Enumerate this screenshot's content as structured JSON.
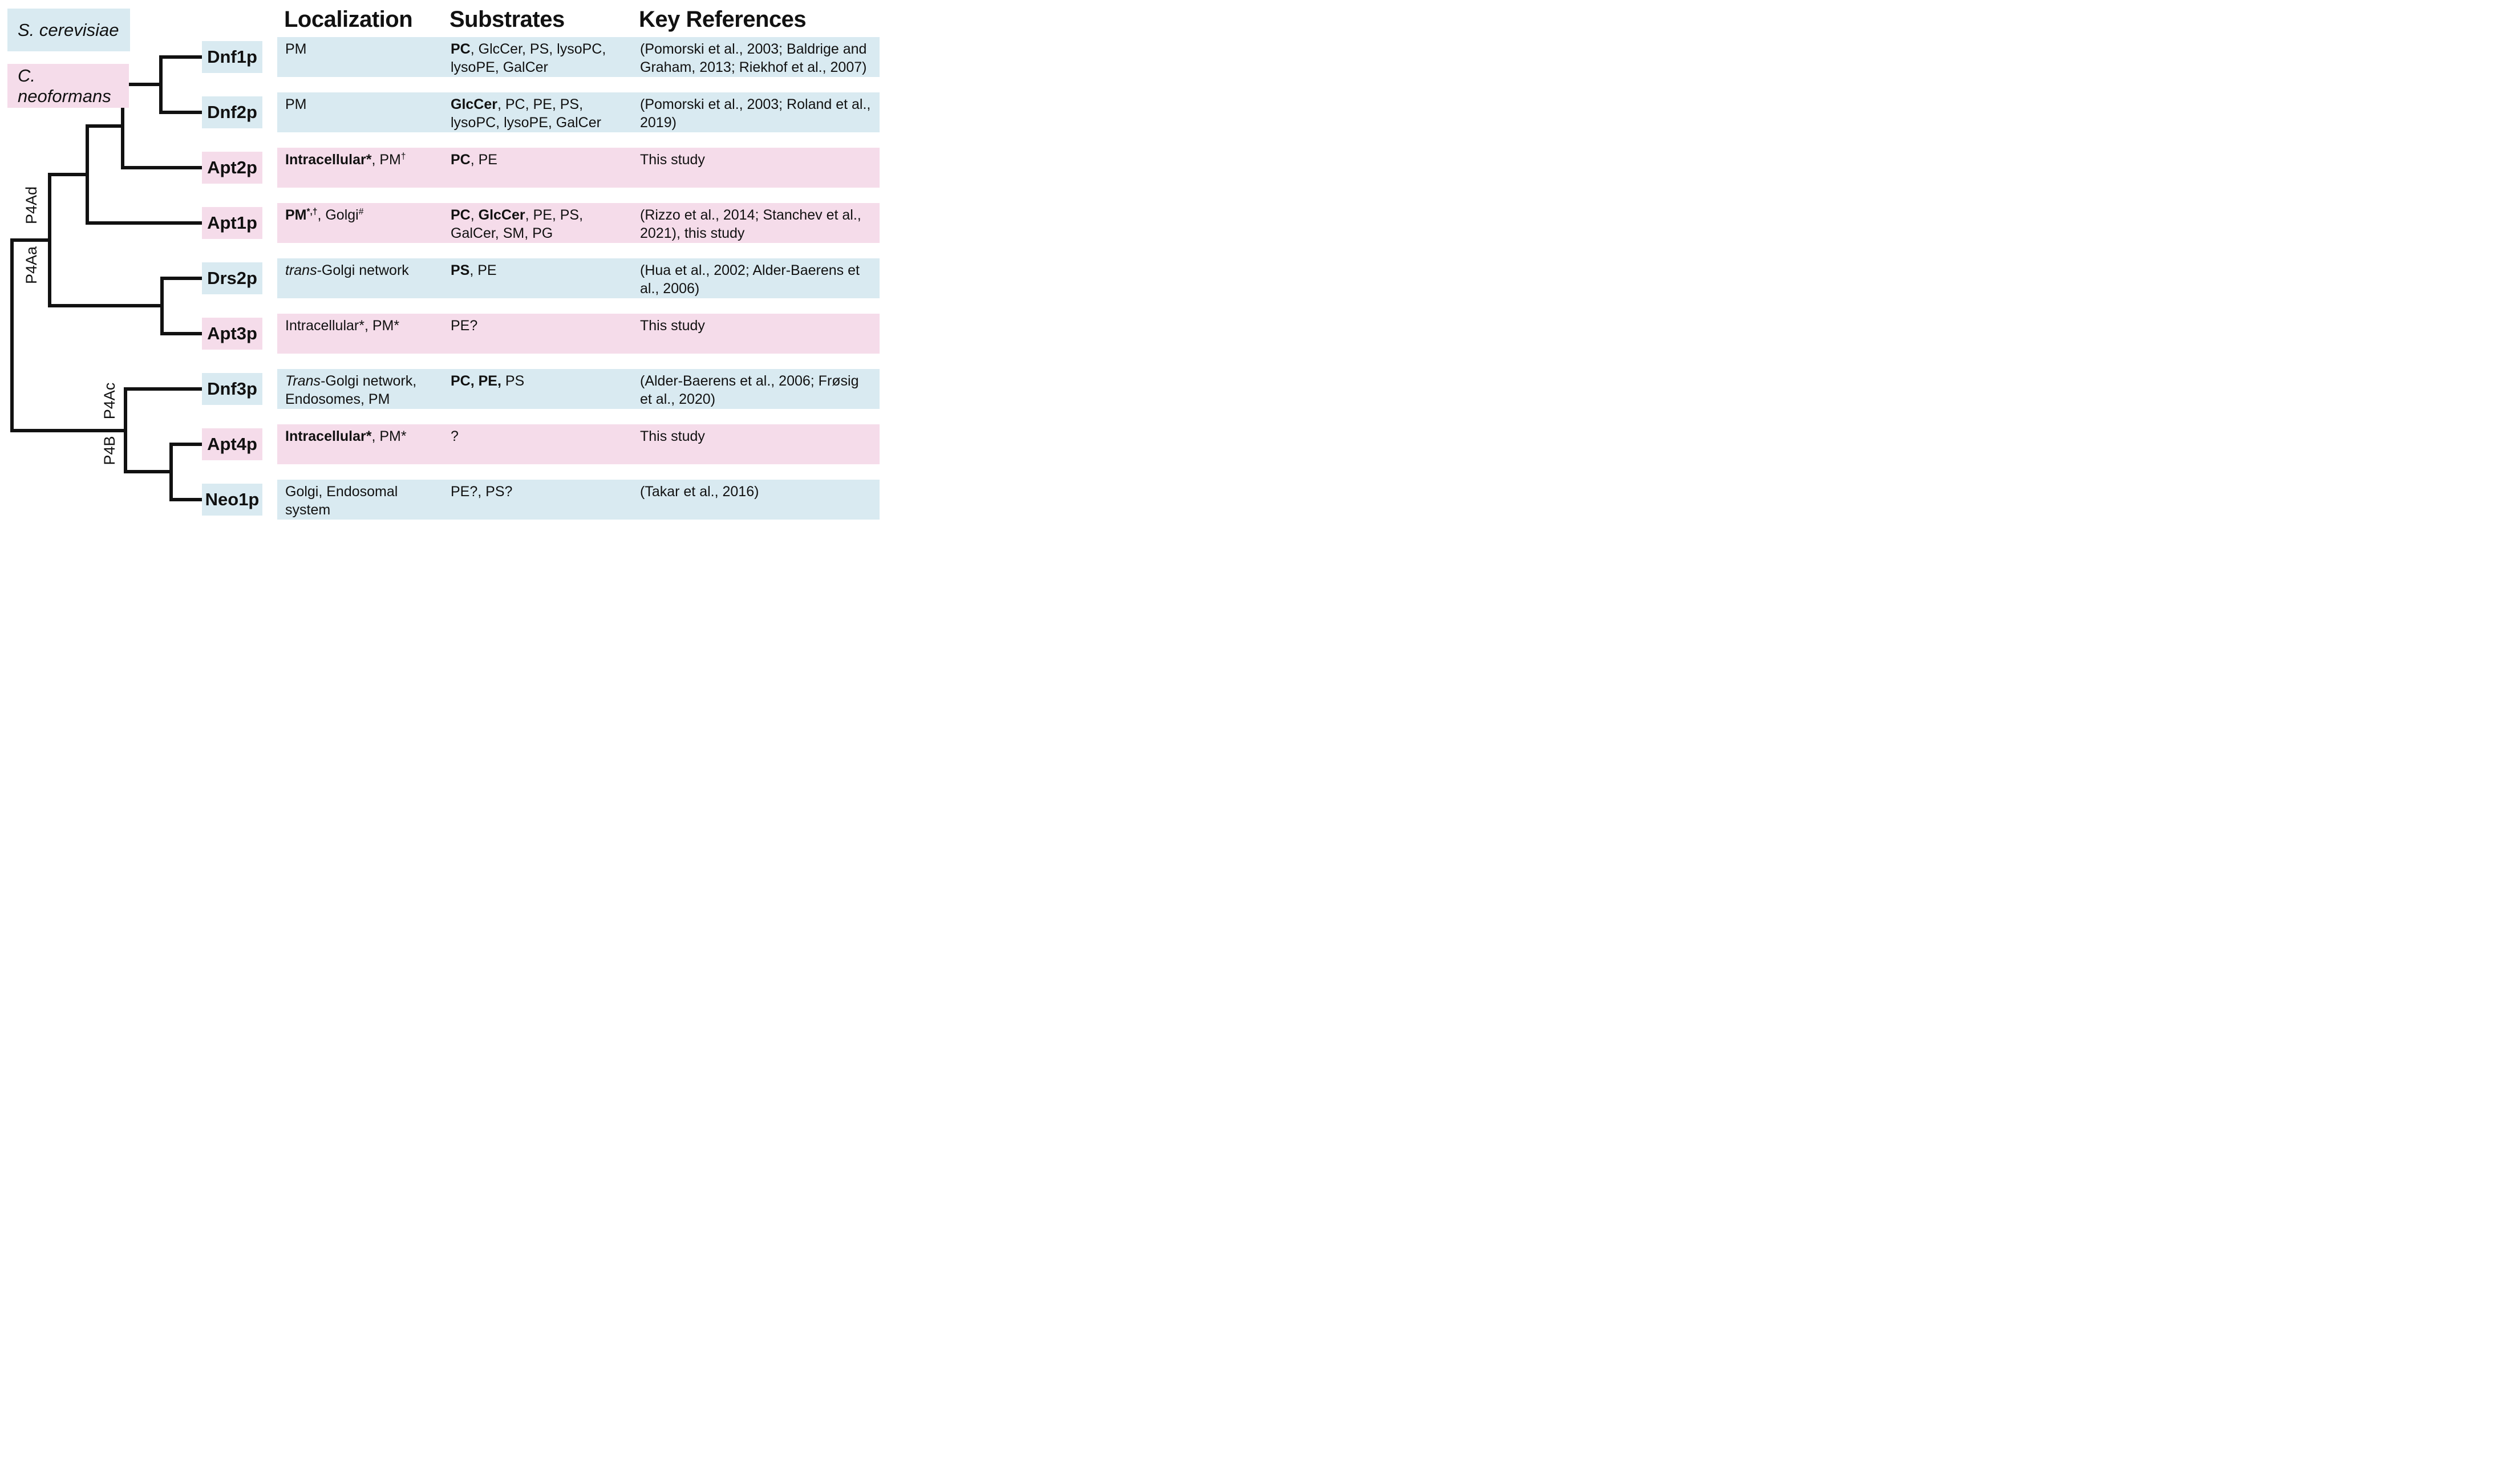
{
  "legend": {
    "species": [
      {
        "name": "S. cerevisiae",
        "color_key": "s_cerevisiae"
      },
      {
        "name": "C. neoformans",
        "color_key": "c_neoformans"
      }
    ]
  },
  "headers": {
    "localization": "Localization",
    "substrates": "Substrates",
    "references": "Key References"
  },
  "tree": {
    "clade_labels": [
      "P4Ad",
      "P4Aa",
      "P4Ac",
      "P4B"
    ],
    "topology": "(((((Dnf1p,Dnf2p),Apt2p),Apt1p),(Drs2p,Apt3p)),(Dnf3p,(Apt4p,Neo1p)))"
  },
  "colors": {
    "s_cerevisiae": "#d9eaf1",
    "c_neoformans": "#f5dcea",
    "line": "#111111"
  },
  "rows": [
    {
      "protein": "Dnf1p",
      "species": "s_cerevisiae",
      "localization": [
        {
          "t": "PM"
        }
      ],
      "substrates": [
        {
          "t": "PC",
          "b": true
        },
        {
          "t": ", GlcCer, PS, lysoPC, lysoPE, GalCer"
        }
      ],
      "references": [
        {
          "t": "(Pomorski et al., 2003; Baldrige and Graham, 2013; Riekhof et al., 2007)"
        }
      ]
    },
    {
      "protein": "Dnf2p",
      "species": "s_cerevisiae",
      "localization": [
        {
          "t": "PM"
        }
      ],
      "substrates": [
        {
          "t": "GlcCer",
          "b": true
        },
        {
          "t": ", PC, PE, PS, lysoPC, lysoPE, GalCer"
        }
      ],
      "references": [
        {
          "t": "(Pomorski et al., 2003; Roland et al., 2019)"
        }
      ]
    },
    {
      "protein": "Apt2p",
      "species": "c_neoformans",
      "localization": [
        {
          "t": "Intracellular*",
          "b": true
        },
        {
          "t": ", PM"
        },
        {
          "t": "†",
          "sup": true
        }
      ],
      "substrates": [
        {
          "t": "PC",
          "b": true
        },
        {
          "t": ", PE"
        }
      ],
      "references": [
        {
          "t": "This study"
        }
      ]
    },
    {
      "protein": "Apt1p",
      "species": "c_neoformans",
      "localization": [
        {
          "t": "PM",
          "b": true
        },
        {
          "t": "*,†",
          "b": true,
          "sup": true
        },
        {
          "t": ", Golgi"
        },
        {
          "t": "#",
          "sup": true
        }
      ],
      "substrates": [
        {
          "t": "PC",
          "b": true
        },
        {
          "t": ", "
        },
        {
          "t": "GlcCer",
          "b": true
        },
        {
          "t": ", PE, PS, GalCer, SM, PG"
        }
      ],
      "references": [
        {
          "t": "(Rizzo et al., 2014; Stanchev et al., 2021), this study"
        }
      ]
    },
    {
      "protein": "Drs2p",
      "species": "s_cerevisiae",
      "localization": [
        {
          "t": "trans",
          "i": true
        },
        {
          "t": "-Golgi network"
        }
      ],
      "substrates": [
        {
          "t": "PS",
          "b": true
        },
        {
          "t": ", PE"
        }
      ],
      "references": [
        {
          "t": "(Hua et al., 2002; Alder-Baerens et al., 2006)"
        }
      ]
    },
    {
      "protein": "Apt3p",
      "species": "c_neoformans",
      "localization": [
        {
          "t": "Intracellular*, PM*"
        }
      ],
      "substrates": [
        {
          "t": "PE?"
        }
      ],
      "references": [
        {
          "t": "This study"
        }
      ]
    },
    {
      "protein": "Dnf3p",
      "species": "s_cerevisiae",
      "localization": [
        {
          "t": "Trans",
          "i": true
        },
        {
          "t": "-Golgi network, Endosomes, PM"
        }
      ],
      "substrates": [
        {
          "t": "PC, PE,",
          "b": true
        },
        {
          "t": " PS"
        }
      ],
      "references": [
        {
          "t": "(Alder-Baerens et al., 2006; Frøsig et al., 2020)"
        }
      ]
    },
    {
      "protein": "Apt4p",
      "species": "c_neoformans",
      "localization": [
        {
          "t": "Intracellular*",
          "b": true
        },
        {
          "t": ", PM*"
        }
      ],
      "substrates": [
        {
          "t": "?"
        }
      ],
      "references": [
        {
          "t": "This study"
        }
      ]
    },
    {
      "protein": "Neo1p",
      "species": "s_cerevisiae",
      "localization": [
        {
          "t": "Golgi, Endosomal system"
        }
      ],
      "substrates": [
        {
          "t": "PE?, PS?"
        }
      ],
      "references": [
        {
          "t": "(Takar et al., 2016)"
        }
      ]
    }
  ]
}
